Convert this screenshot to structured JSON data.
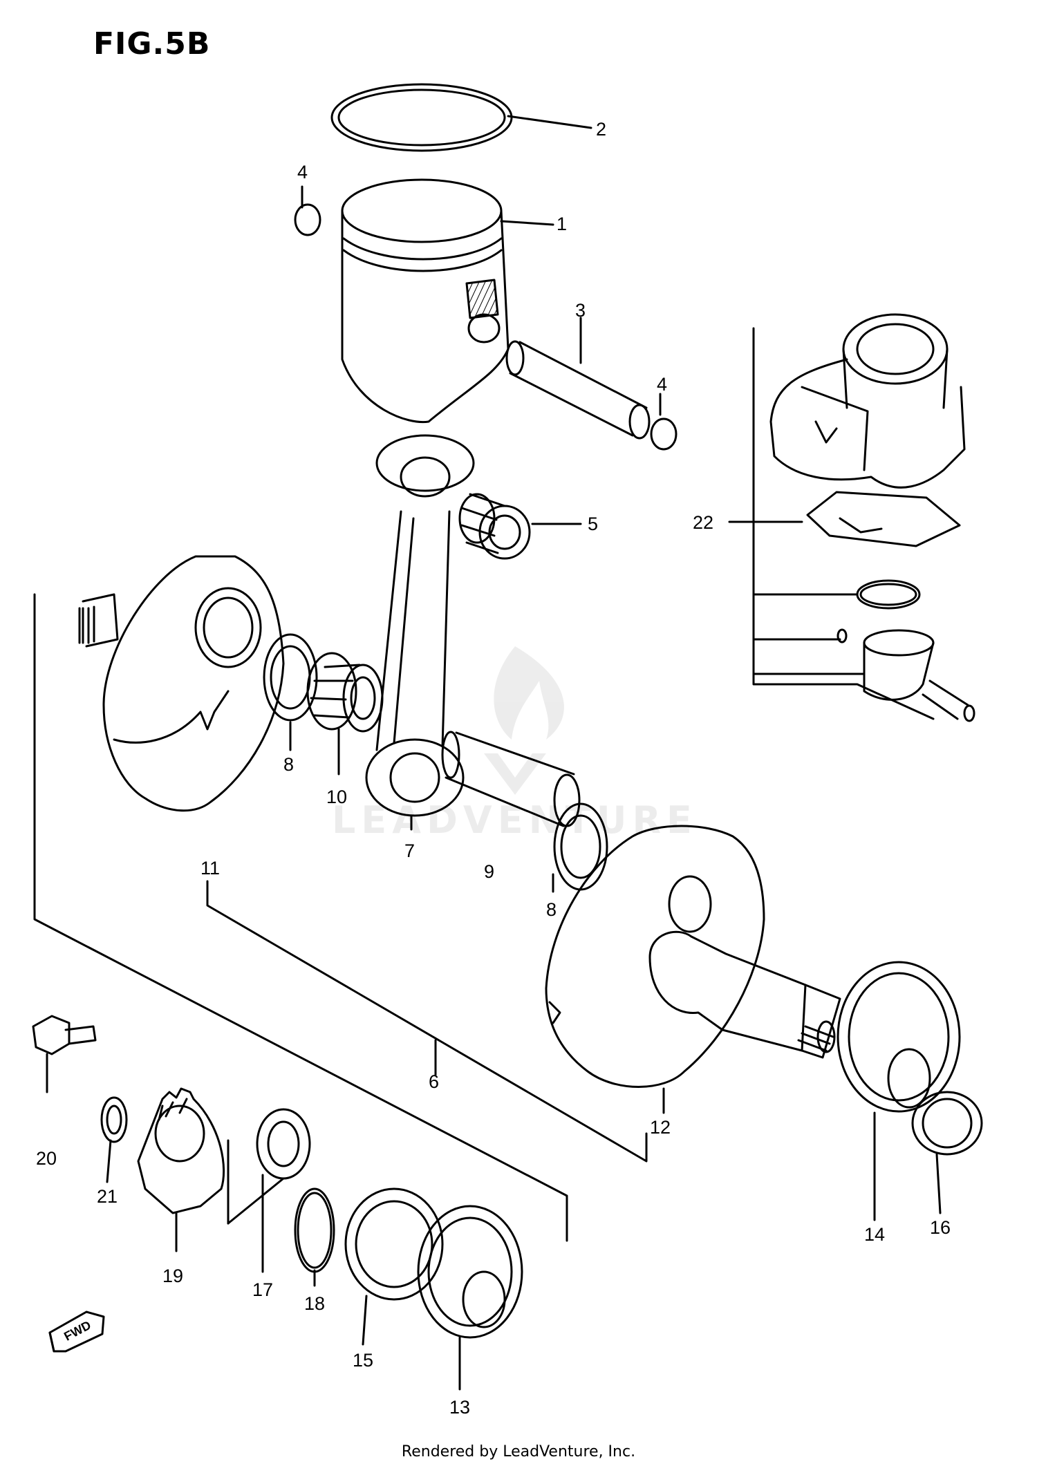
{
  "figure": {
    "title": "FIG.5B"
  },
  "footer": "Rendered by LeadVenture, Inc.",
  "watermark": {
    "text": "LEADVENTURE"
  },
  "direction_marker": {
    "text": "FWD"
  },
  "callouts": {
    "c1": "1",
    "c2": "2",
    "c3": "3",
    "c4a": "4",
    "c4b": "4",
    "c5": "5",
    "c6": "6",
    "c7": "7",
    "c8a": "8",
    "c8b": "8",
    "c9": "9",
    "c10": "10",
    "c11": "11",
    "c12": "12",
    "c13": "13",
    "c14": "14",
    "c15": "15",
    "c16": "16",
    "c17": "17",
    "c18": "18",
    "c19": "19",
    "c20": "20",
    "c21": "21",
    "c22": "22"
  }
}
